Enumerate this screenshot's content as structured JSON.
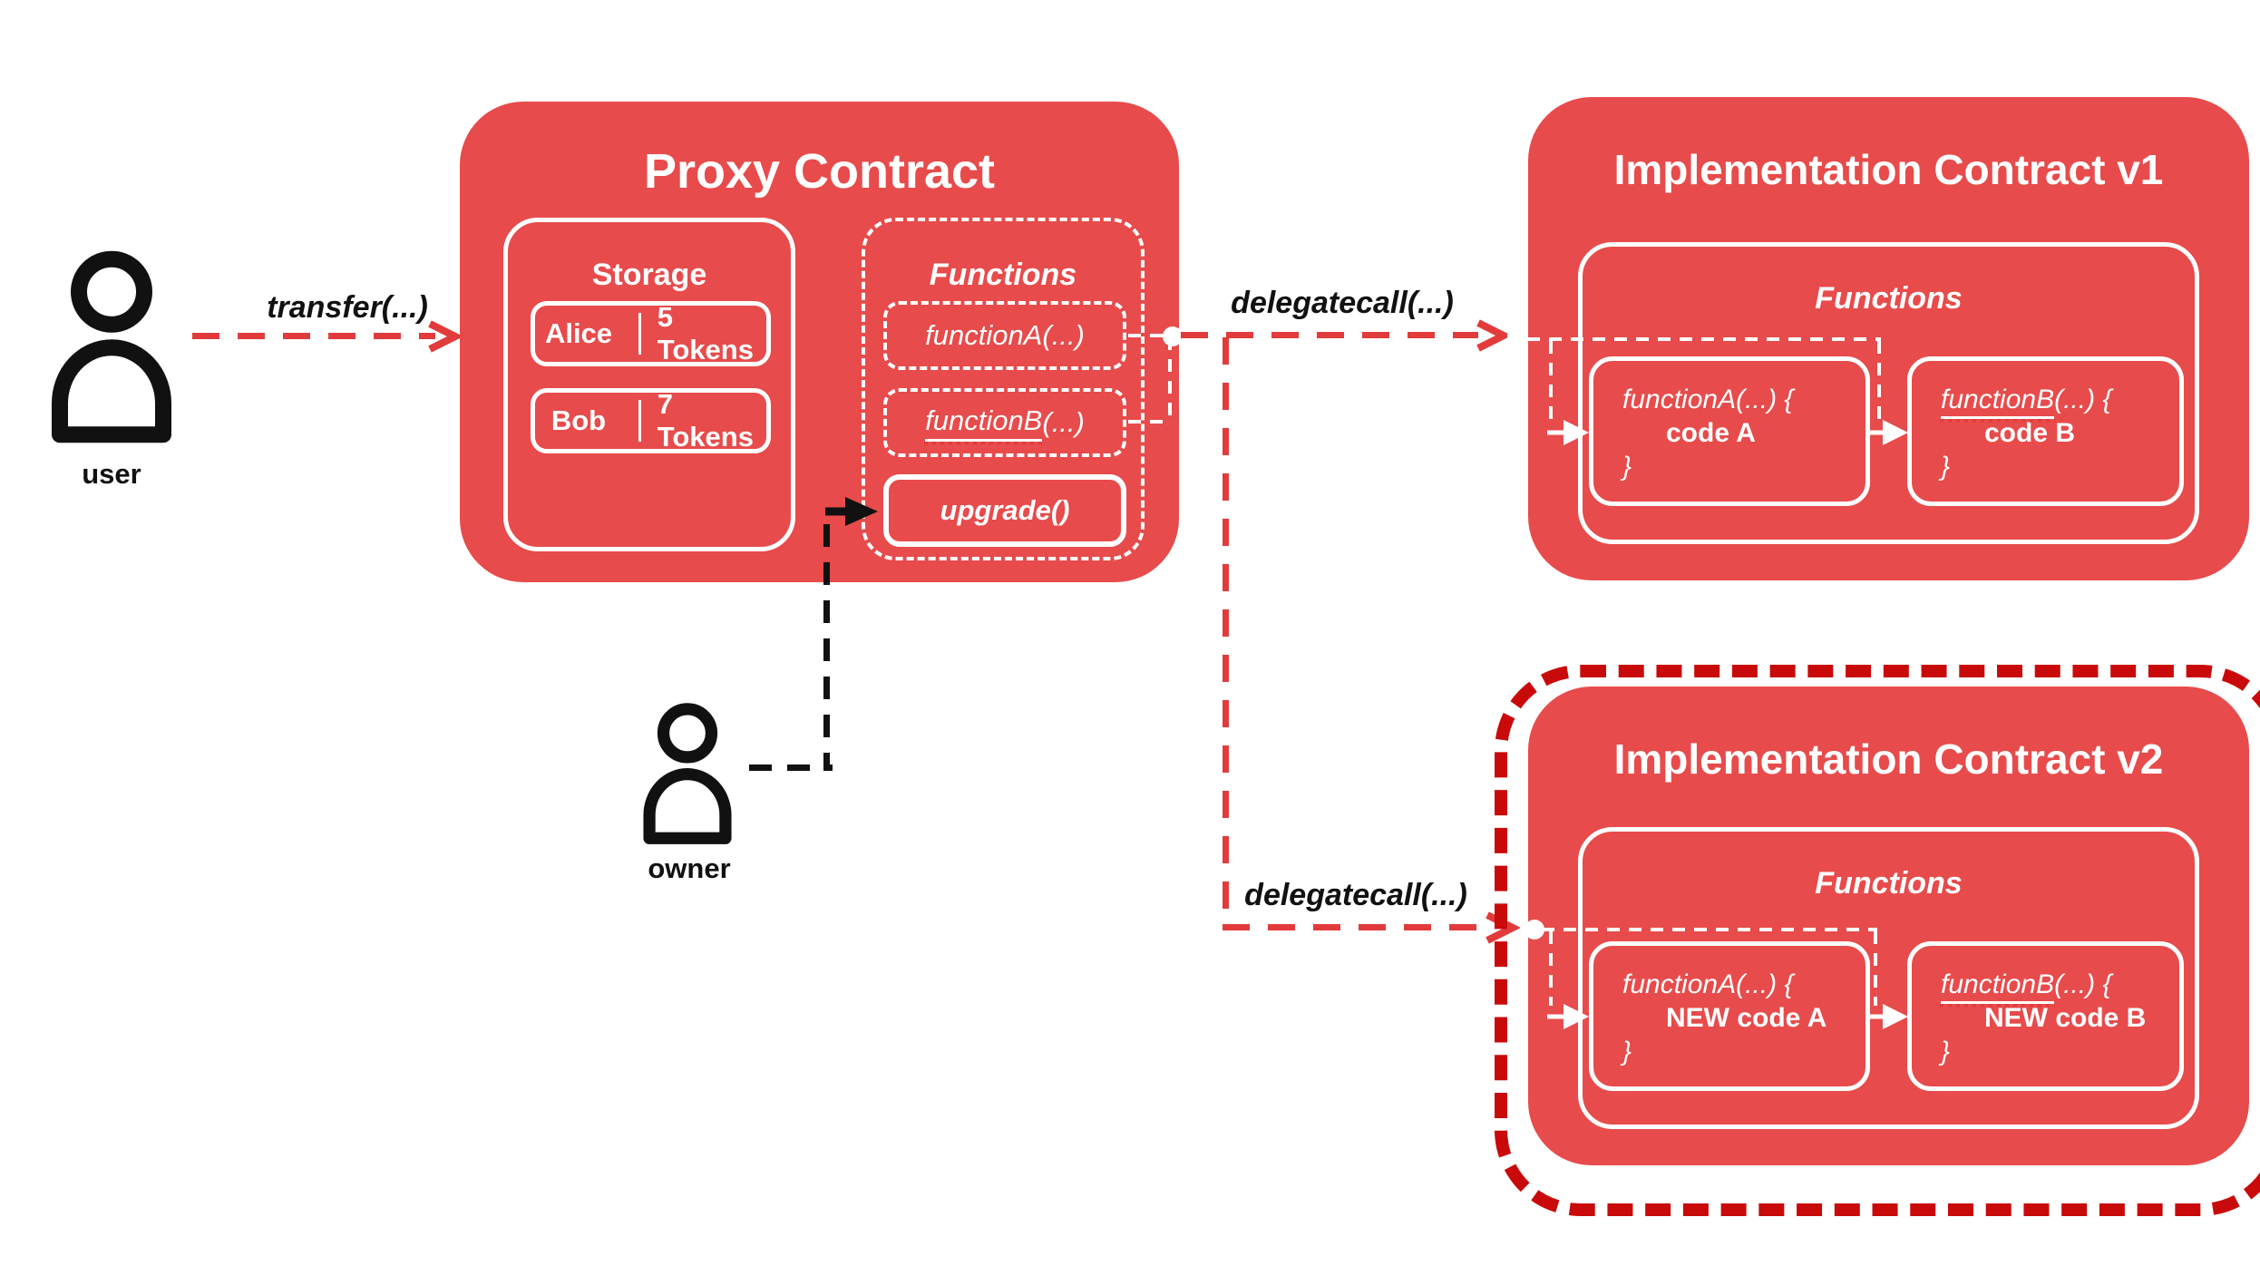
{
  "labels": {
    "user": "user",
    "owner": "owner",
    "transfer": "transfer(...)",
    "delegatecall_v1": "delegatecall(...)",
    "delegatecall_v2": "delegatecall(...)"
  },
  "proxy": {
    "title": "Proxy Contract",
    "storage": {
      "title": "Storage",
      "rows": [
        {
          "name": "Alice",
          "value": "5 Tokens"
        },
        {
          "name": "Bob",
          "value": "7 Tokens"
        }
      ]
    },
    "functions": {
      "title": "Functions",
      "functionA": {
        "name": "functionA",
        "args": "(...)"
      },
      "functionB": {
        "name": "functionB",
        "args": "(...)"
      },
      "upgrade": {
        "label": "upgrade()"
      }
    }
  },
  "impl_v1": {
    "title": "Implementation Contract v1",
    "functions": {
      "title": "Functions",
      "functionA": {
        "name": "functionA",
        "args": "(...) {",
        "body": "code A",
        "close": "}"
      },
      "functionB": {
        "name": "functionB",
        "args": "(...) {",
        "body": "code B",
        "close": "}"
      }
    }
  },
  "impl_v2": {
    "title": "Implementation Contract v2",
    "functions": {
      "title": "Functions",
      "functionA": {
        "name": "functionA",
        "args": "(...) {",
        "body": "NEW code A",
        "close": "}"
      },
      "functionB": {
        "name": "functionB",
        "args": "(...) {",
        "body": "NEW code B",
        "close": "}"
      }
    }
  },
  "colors": {
    "contract_red": "#E74B4B",
    "arrow_red": "#E23B3B",
    "v2_outline_dark_red": "#C90A0A",
    "actor_black": "#111111",
    "text_white": "#FFFFFF"
  }
}
